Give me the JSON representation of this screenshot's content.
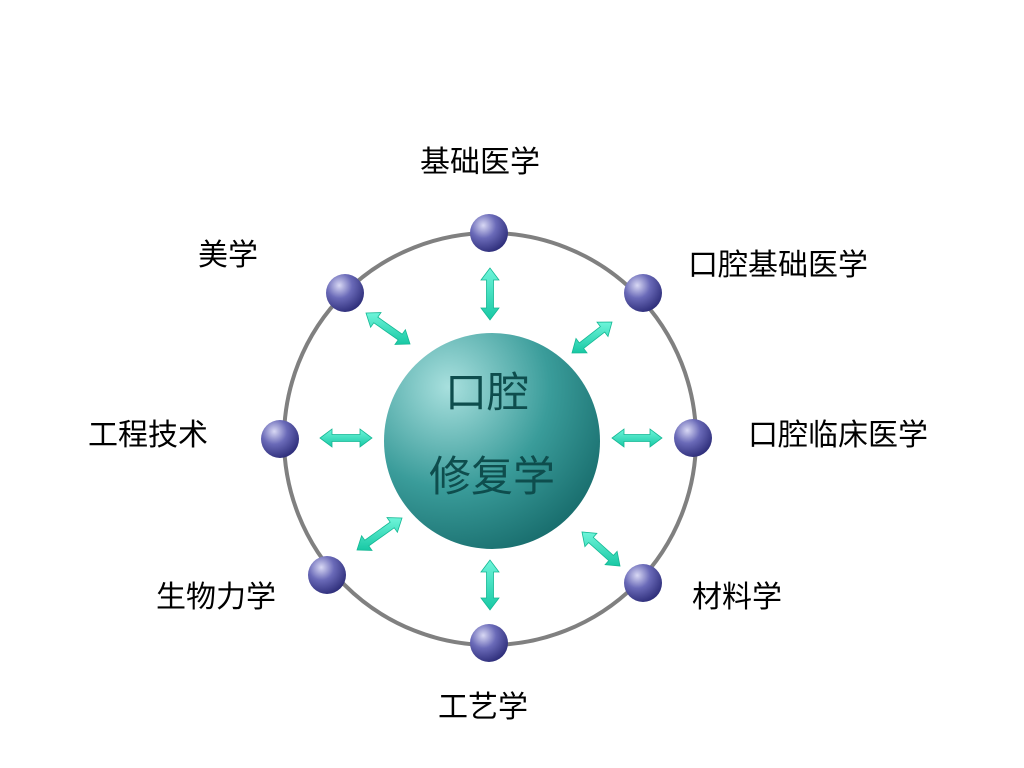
{
  "center": {
    "line1": "口腔",
    "line2": "修复学"
  },
  "nodes": [
    {
      "id": "top",
      "label": "基础医学"
    },
    {
      "id": "top-right",
      "label": "口腔基础医学"
    },
    {
      "id": "right",
      "label": "口腔临床医学"
    },
    {
      "id": "bottom-right",
      "label": "材料学"
    },
    {
      "id": "bottom",
      "label": "工艺学"
    },
    {
      "id": "bottom-left",
      "label": "生物力学"
    },
    {
      "id": "left",
      "label": "工程技术"
    },
    {
      "id": "top-left",
      "label": "美学"
    }
  ],
  "colors": {
    "ring": "#808080",
    "node": "#4a4aa0",
    "arrow": "#2ee6c0",
    "center": "#2a8a8a",
    "center_text": "#0e4d4d",
    "label_text": "#000000"
  }
}
